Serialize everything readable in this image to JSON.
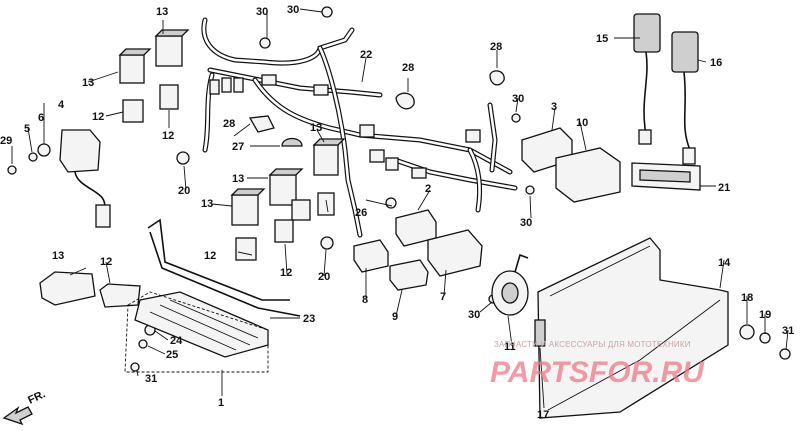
{
  "labels": {
    "p1": "1",
    "p2": "2",
    "p3": "3",
    "p4": "4",
    "p5": "5",
    "p6": "6",
    "p7": "7",
    "p8": "8",
    "p9": "9",
    "p10": "10",
    "p11": "11",
    "p12a": "12",
    "p12b": "12",
    "p12c": "12",
    "p12d": "12",
    "p12e": "12",
    "p13a": "13",
    "p13b": "13",
    "p13c": "13",
    "p13d": "13",
    "p13e": "13",
    "p13f": "13",
    "p14": "14",
    "p15": "15",
    "p16": "16",
    "p17": "17",
    "p18": "18",
    "p19": "19",
    "p20a": "20",
    "p20b": "20",
    "p21": "21",
    "p22": "22",
    "p23": "23",
    "p24": "24",
    "p25": "25",
    "p26": "26",
    "p27": "27",
    "p28a": "28",
    "p28b": "28",
    "p28c": "28",
    "p29": "29",
    "p30a": "30",
    "p30b": "30",
    "p30c": "30",
    "p30d": "30",
    "p30e": "30",
    "p31a": "31",
    "p31b": "31"
  },
  "direction": {
    "label": "FR."
  },
  "watermark": {
    "subtitle": "ЗАПЧАСТИ И АКСЕССУАРЫ ДЛЯ МОТОТЕХНИКИ",
    "brand": "PARTSFOR.RU"
  },
  "colors": {
    "line": "#111111",
    "watermark": "#ef7a86"
  }
}
